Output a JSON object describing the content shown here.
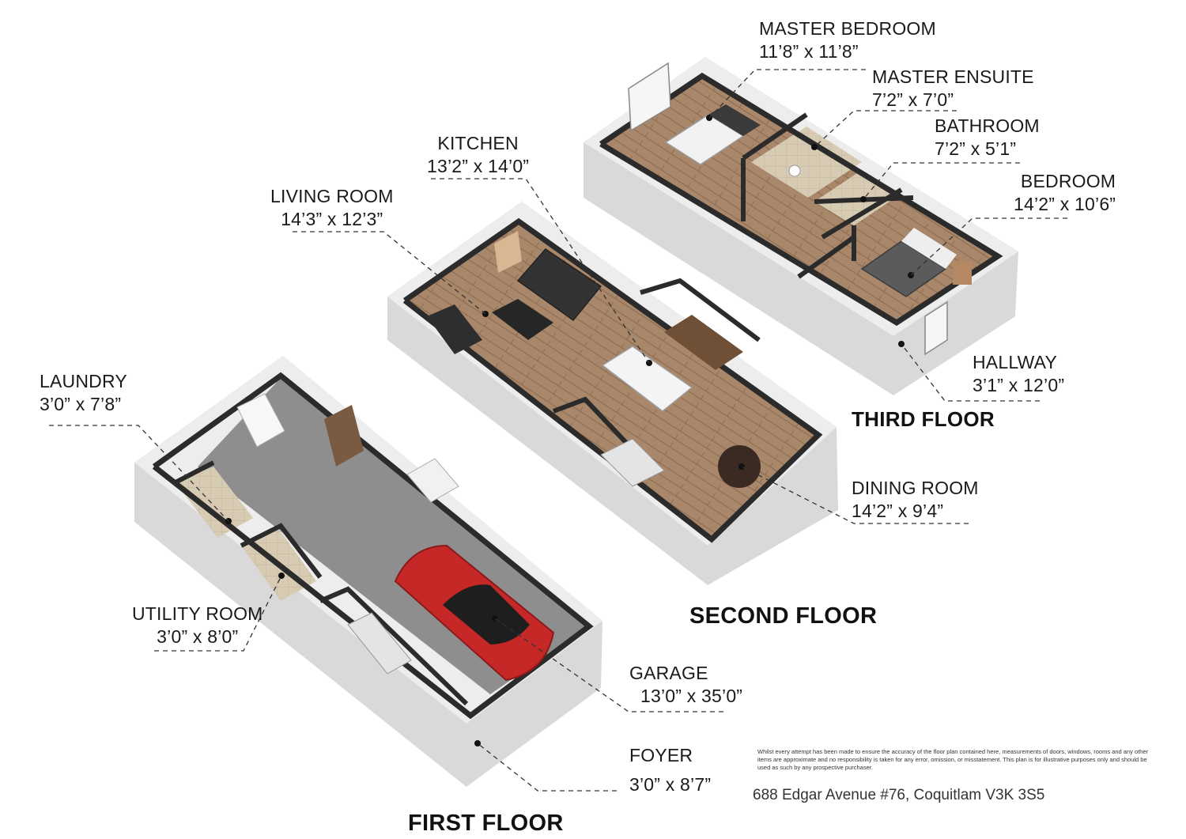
{
  "floors": {
    "first": "FIRST FLOOR",
    "second": "SECOND FLOOR",
    "third": "THIRD FLOOR"
  },
  "rooms": {
    "master_bedroom": {
      "name": "MASTER BEDROOM",
      "dims": "11’8” x 11’8”"
    },
    "master_ensuite": {
      "name": "MASTER ENSUITE",
      "dims": "7’2” x 7’0”"
    },
    "bathroom": {
      "name": "BATHROOM",
      "dims": "7’2” x 5’1”"
    },
    "bedroom": {
      "name": "BEDROOM",
      "dims": "14’2” x 10’6”"
    },
    "hallway": {
      "name": "HALLWAY",
      "dims": "3’1” x 12’0”"
    },
    "kitchen": {
      "name": "KITCHEN",
      "dims": "13’2” x 14’0”"
    },
    "living_room": {
      "name": "LIVING ROOM",
      "dims": "14’3” x 12’3”"
    },
    "dining_room": {
      "name": "DINING ROOM",
      "dims": "14’2” x 9’4”"
    },
    "laundry": {
      "name": "LAUNDRY",
      "dims": "3’0” x 7’8”"
    },
    "utility_room": {
      "name": "UTILITY ROOM",
      "dims": "3’0” x 8’0”"
    },
    "garage": {
      "name": "GARAGE",
      "dims": "13’0” x 35’0”"
    },
    "foyer": {
      "name": "FOYER",
      "dims": "3’0” x 8’7”"
    }
  },
  "disclaimer": "Whilst every attempt has been made to ensure the accuracy of the floor plan contained here, measurements of doors, windows, rooms and any other items are approximate and no responsibility is taken for any error, omission, or misstatement. This plan is for illustrative purposes only and should be used as such by any prospective purchaser.",
  "address": "688 Edgar Avenue #76, Coquitlam V3K 3S5",
  "colors": {
    "wall_top": "#2b2b2b",
    "wall_side": "#d9d9d9",
    "wood_floor": "#a8876a",
    "concrete_floor": "#8e8e8e",
    "car": "#c62828"
  }
}
